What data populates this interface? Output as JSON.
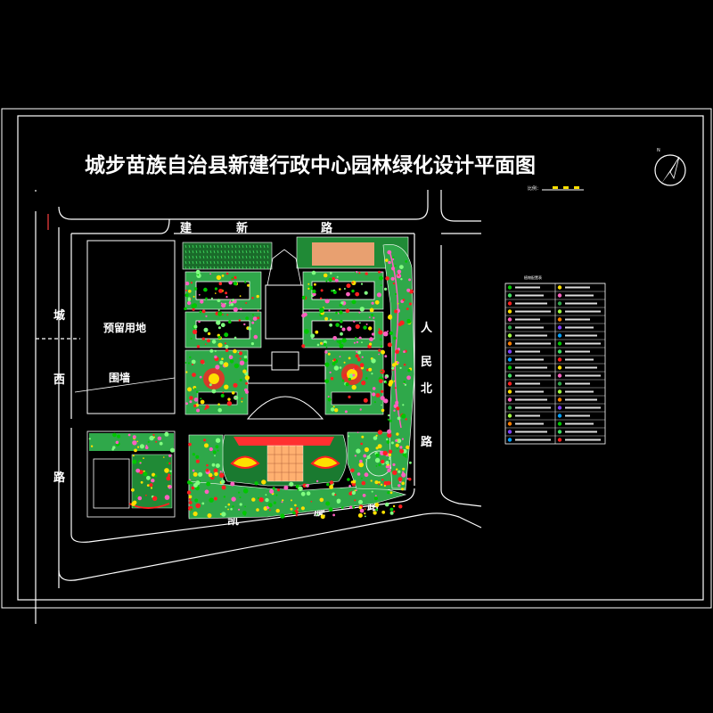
{
  "title": "城步苗族自治县新建行政中心园林绿化设计平面图",
  "scale_label": "比例：",
  "north_label": "N",
  "roads": {
    "north": [
      "建",
      "新",
      "路"
    ],
    "west": [
      "城",
      "西",
      "路"
    ],
    "east": [
      "人",
      "民",
      "北",
      "路"
    ],
    "south": [
      "凯",
      "旋",
      "路"
    ]
  },
  "areas": {
    "reserved": "预留用地",
    "wall": "围墙"
  },
  "legend": {
    "title": "植物配置表",
    "rows": 20
  },
  "colors": {
    "background": "#000000",
    "frame": "#ffffff",
    "road_line": "#ffffff",
    "lawn": "#2fa84a",
    "tree": "#00c800",
    "flower_red": "#ff2020",
    "flower_yellow": "#ffe000",
    "flower_pink": "#ff60c0",
    "plaza": "#ffb070",
    "building": "#ffffff"
  }
}
